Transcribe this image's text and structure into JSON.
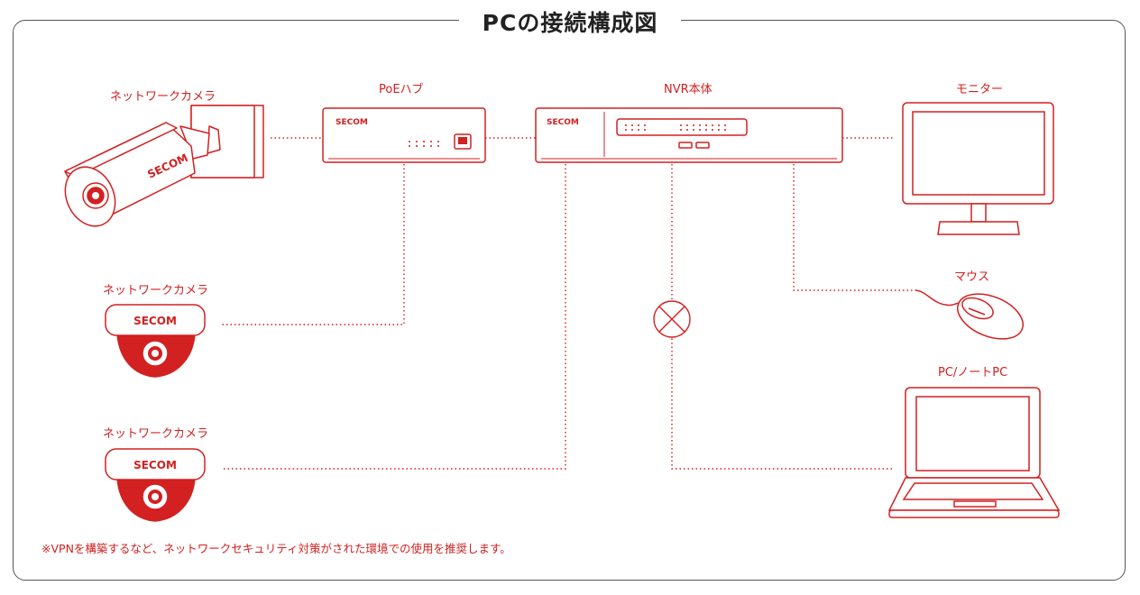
{
  "title": "PCの接続構成図",
  "labels": {
    "camera_bullet": "ネットワークカメラ",
    "camera_dome1": "ネットワークカメラ",
    "camera_dome2": "ネットワークカメラ",
    "poe_hub": "PoEハブ",
    "nvr": "NVR本体",
    "monitor": "モニター",
    "mouse": "マウス",
    "pc": "PC/ノートPC"
  },
  "brand": "SECOM",
  "footnote": "※VPNを構築するなど、ネットワークセキュリティ対策がされた環境での使用を推奨します。",
  "colors": {
    "accent": "#d32020",
    "frame": "#555555",
    "title": "#222222"
  }
}
